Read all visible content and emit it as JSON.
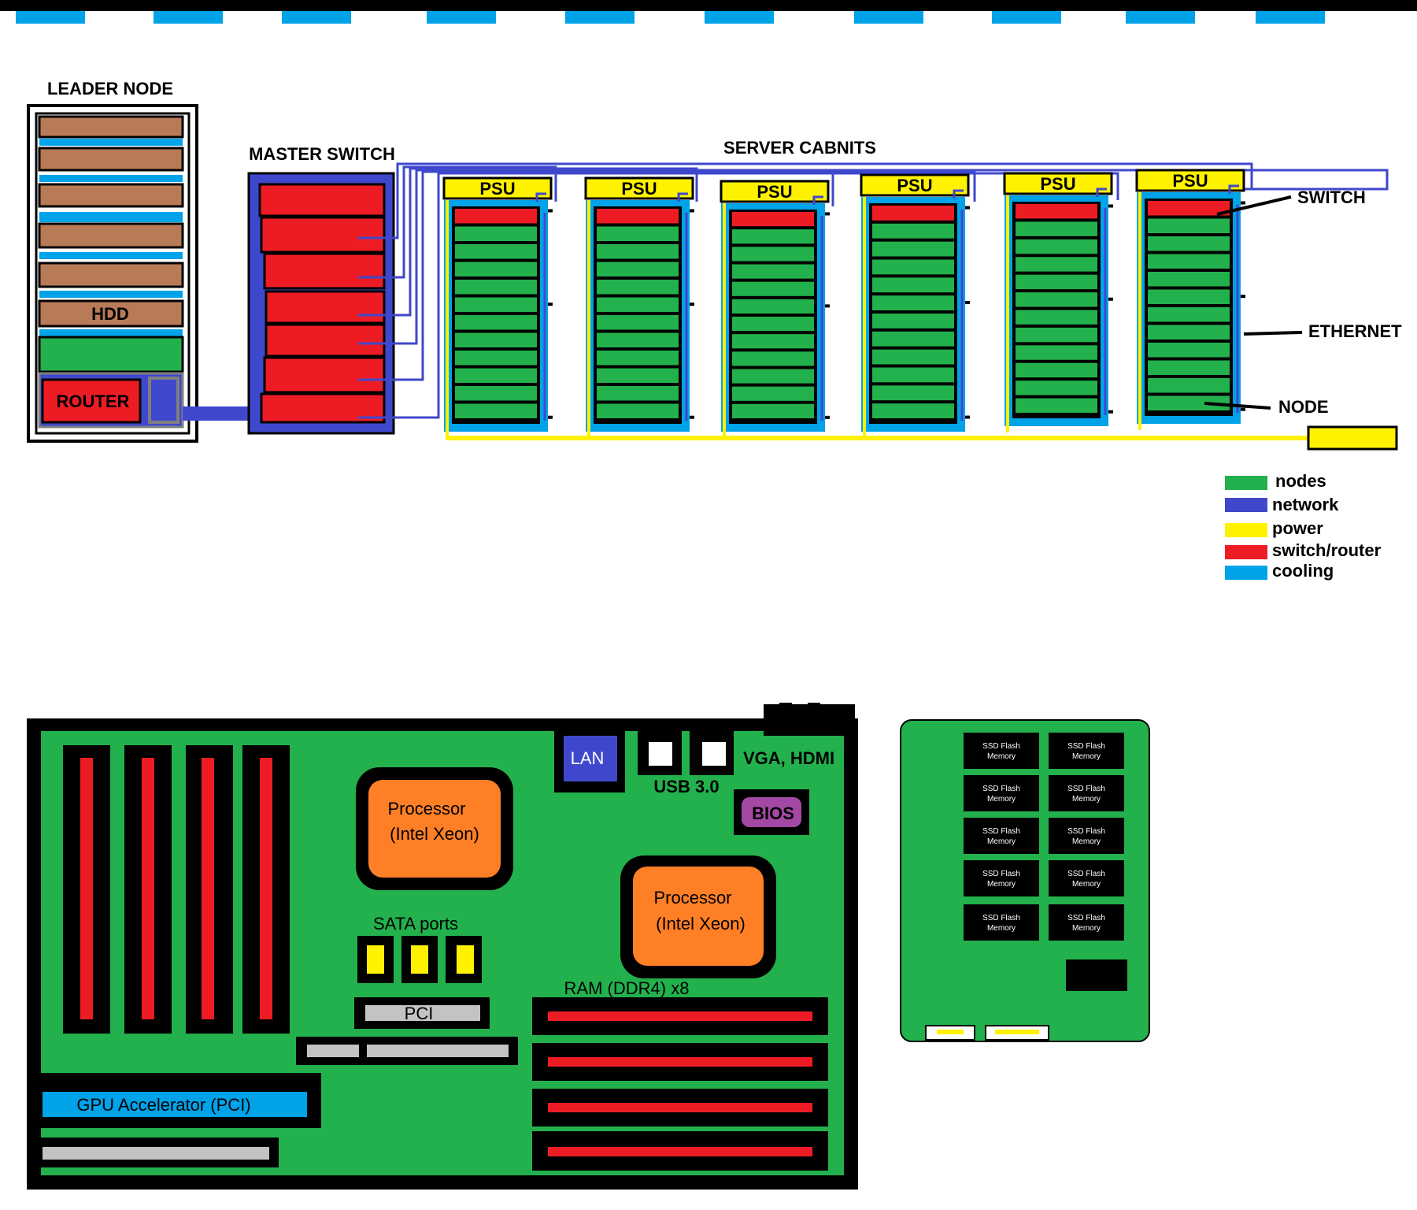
{
  "cluster": {
    "leader_node_title": "LEADER NODE",
    "hdd_label": "HDD",
    "router_label": "ROUTER",
    "master_switch_title": "MASTER SWITCH",
    "server_cabinets_title": "SERVER CABNITS",
    "psu_label": "PSU",
    "callouts": {
      "switch": "SWITCH",
      "ethernet": "ETHERNET",
      "node": "NODE"
    },
    "legend": [
      {
        "label": "nodes",
        "color": "#22b14c"
      },
      {
        "label": "network",
        "color": "#3f48cc"
      },
      {
        "label": "power",
        "color": "#fff200"
      },
      {
        "label": "switch/router",
        "color": "#ed1c24"
      },
      {
        "label": "cooling",
        "color": "#00a2e8"
      }
    ]
  },
  "motherboard": {
    "lan_label": "LAN",
    "usb_label": "USB 3.0",
    "vga_label": "VGA, HDMI",
    "bios_label": "BIOS",
    "processor_line1": "Processor",
    "processor_line2": "(Intel Xeon)",
    "sata_label": "SATA ports",
    "pci_label": "PCI",
    "ram_label": "RAM (DDR4) x8",
    "gpu_label": "GPU Accelerator (PCI)"
  },
  "ssd": {
    "chip_line1": "SSD Flash",
    "chip_line2": "Memory"
  }
}
